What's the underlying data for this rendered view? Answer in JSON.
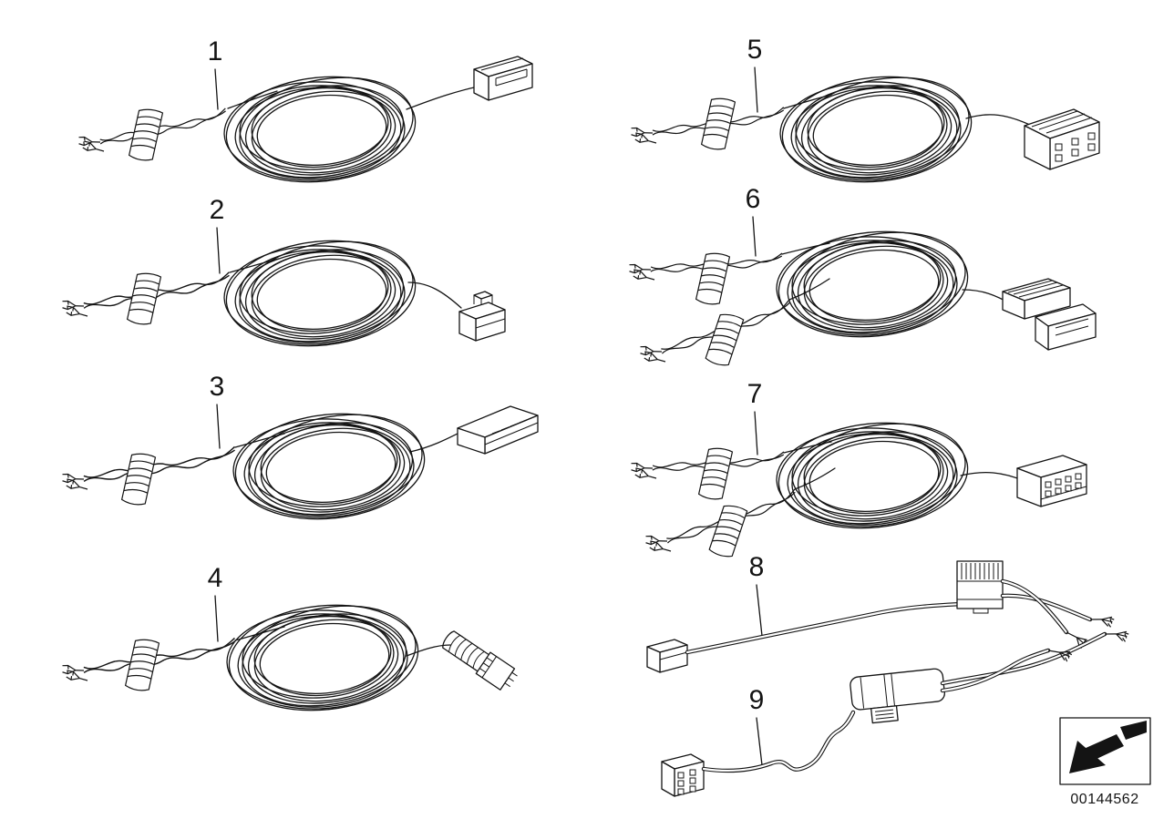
{
  "diagram": {
    "items": [
      {
        "label": "1"
      },
      {
        "label": "2"
      },
      {
        "label": "3"
      },
      {
        "label": "4"
      },
      {
        "label": "5"
      },
      {
        "label": "6"
      },
      {
        "label": "7"
      },
      {
        "label": "8"
      },
      {
        "label": "9"
      }
    ],
    "footer": {
      "part_number": "00144562"
    },
    "colors": {
      "line": "#141414",
      "background": "#ffffff"
    },
    "icons": [
      {
        "name": "direction-arrow-icon"
      }
    ]
  }
}
